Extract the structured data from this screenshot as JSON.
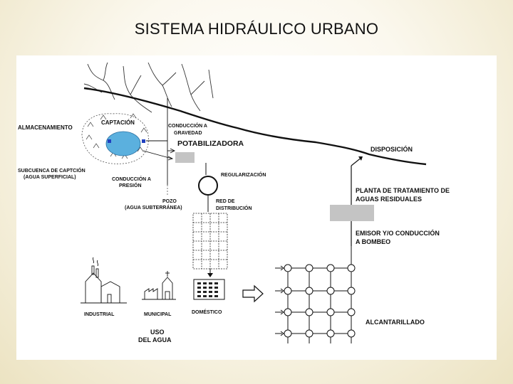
{
  "title": "SISTEMA HIDRÁULICO URBANO",
  "labels": {
    "almacenamiento": "ALMACENAMIENTO",
    "captacion": "CAPTACIÓN",
    "conduccion_gravedad_1": "CONDUCCIÓN A",
    "conduccion_gravedad_2": "GRAVEDAD",
    "potabilizadora": "POTABILIZADORA",
    "disposicion": "DISPOSICIÓN",
    "subcuenca_1": "SUBCUENCA DE CAPTCIÓN",
    "subcuenca_2": "(AGUA SUPERFICIAL)",
    "conduccion_presion_1": "CONDUCCIÓN A",
    "conduccion_presion_2": "PRESIÓN",
    "regularizacion": "REGULARIZACIÓN",
    "planta_1": "PLANTA DE TRATAMIENTO DE",
    "planta_2": "AGUAS RESIDUALES",
    "pozo_1": "POZO",
    "pozo_2": "(AGUA SUBTERRÁNEA)",
    "red_1": "RED DE",
    "red_2": "DISTRIBUCIÓN",
    "emisor_1": "EMISOR Y/O CONDUCCIÓN",
    "emisor_2": "A BOMBEO",
    "industrial": "INDUSTRIAL",
    "municipal": "MUNICIPAL",
    "domestico": "DOMÉSTICO",
    "uso_1": "USO",
    "uso_2": "DEL AGUA",
    "alcantarillado": "ALCANTARILLADO"
  },
  "colors": {
    "lake": "#5bb0de",
    "valve": "#2040c0",
    "box_fill": "#c4c4c4",
    "line": "#111111"
  }
}
